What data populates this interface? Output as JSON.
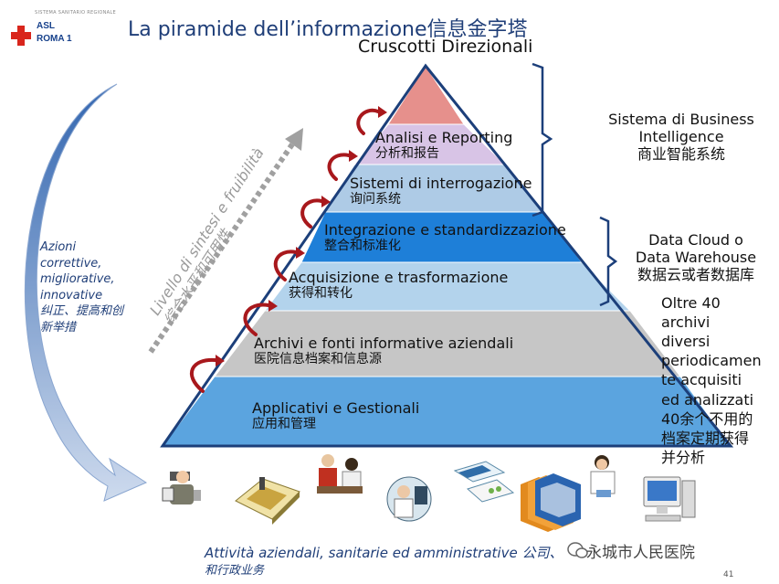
{
  "logo": {
    "small": "SISTEMA SANITARIO REGIONALE",
    "line1": "ASL",
    "line2": "ROMA 1"
  },
  "title": "La piramide dell’informazione信息金字塔",
  "apex_label": "Cruscotti Direzionali",
  "levels": [
    {
      "it": "Analisi e Reporting",
      "zh": "分析和报告",
      "color": "#d8c4e6"
    },
    {
      "it": "Sistemi di interrogazione",
      "zh": "询问系统",
      "color": "#aecbe6"
    },
    {
      "it": "Integrazione e standardizzazione",
      "zh": "整合和标准化",
      "color": "#1e7fd8"
    },
    {
      "it": "Acquisizione e trasformazione",
      "zh": "获得和转化",
      "color": "#b3d3ec"
    },
    {
      "it": "Archivi e fonti informative aziendali",
      "zh": "医院信息档案和信息源",
      "color": "#c6c6c6"
    },
    {
      "it": "Applicativi e Gestionali",
      "zh": "应用和管理",
      "color": "#5ba4df"
    }
  ],
  "apex_color": "#e6908c",
  "bi": {
    "l1": "Sistema di Business",
    "l2": "Intelligence",
    "l3": "商业智能系统"
  },
  "dw": {
    "l1": "Data Cloud o",
    "l2": "Data Warehouse",
    "l3": "数据云或者数据库"
  },
  "archives": [
    "Oltre 40",
    "archivi",
    "diversi",
    "periodicamen",
    "te acquisiti",
    "ed analizzati",
    "40余个不用的",
    "档案定期获得",
    "并分析"
  ],
  "left_note": [
    "Azioni",
    "correttive,",
    "migliorative,",
    "innovative",
    "纠正、提高和创",
    "新举措"
  ],
  "diagonal": {
    "it": "Livello di sintesi e fruibilità",
    "zh": "综合水平和可用性"
  },
  "bottom": {
    "it": "Attività aziendali, sanitarie ed amministrative 公司、",
    "zh": "和行政业务"
  },
  "watermark": "永城市人民医院",
  "page_number": "41",
  "icons": [
    "worker-icon",
    "calculator-icon",
    "consultation-icon",
    "doctor-xray-icon",
    "medicine-icon",
    "folders-icon",
    "pharmacist-icon",
    "computer-icon"
  ]
}
